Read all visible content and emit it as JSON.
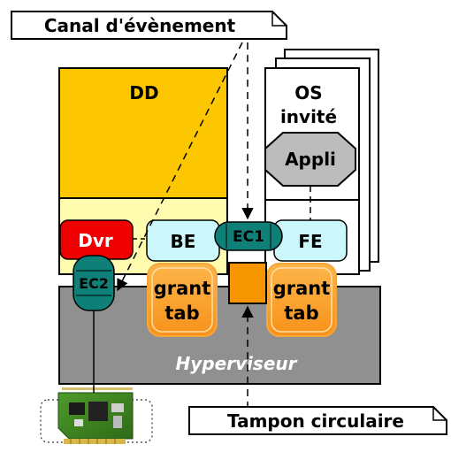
{
  "callouts": {
    "event_channel": "Canal d'évènement",
    "ring_buffer": "Tampon circulaire"
  },
  "domains": {
    "dd": {
      "title": "DD"
    },
    "guest": {
      "title_line1": "OS",
      "title_line2": "invité"
    }
  },
  "components": {
    "appli": "Appli",
    "driver": "Dvr",
    "backend": "BE",
    "frontend": "FE",
    "ec1": "EC1",
    "ec2": "EC2",
    "grant_tab_left": {
      "line1": "grant",
      "line2": "tab"
    },
    "grant_tab_right": {
      "line1": "grant",
      "line2": "tab"
    },
    "hypervisor": "Hyperviseur"
  },
  "icons": {
    "hardware": "network-card-icon"
  },
  "colors": {
    "dd_fill": "#fcc600",
    "dd_lower_fill": "#fffcb0",
    "driver_fill": "#ee0000",
    "backend_fill": "#ccf8fb",
    "event_channel_fill": "#0f8078",
    "grant_fill": "#fb9a1a",
    "ring_buffer_fill": "#f59600",
    "hypervisor_fill": "#909090",
    "appli_fill": "#bcbcbc"
  }
}
